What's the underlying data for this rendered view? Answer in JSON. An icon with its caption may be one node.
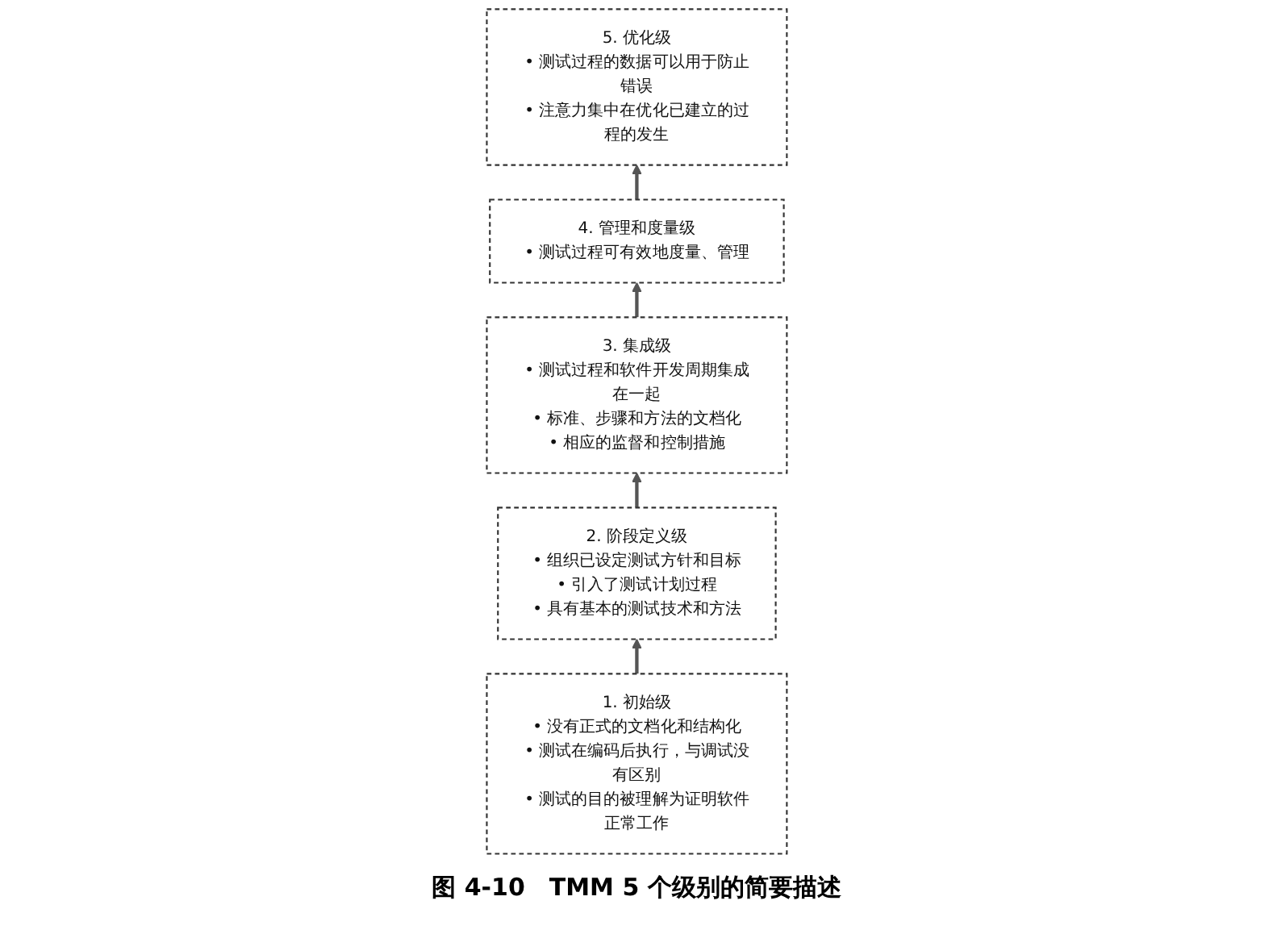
{
  "diagram": {
    "caption": "图 4-10　TMM 5 个级别的简要描述",
    "nodes": [
      {
        "text": [
          "1. 初始级",
          "• 没有正式的文档化和结构化",
          "• 测试在编码后执行，与调试没有区别",
          "• 测试的目的被理解为证明软件正常工作"
        ]
      },
      {
        "text": [
          "2. 阶段定义级",
          "• 组织已设定测试方针和目标",
          "• 引入了测试计划过程",
          "• 具有基本的测试技术和方法"
        ]
      },
      {
        "text": [
          "3. 集成级",
          "• 测试过程和软件开发周期集成在一起",
          "• 标准、步骤和方法的文档化",
          "• 相应的监督和控制措施"
        ]
      },
      {
        "text": [
          "4. 管理和度量级",
          "• 测试过程可有效地度量、管理"
        ]
      },
      {
        "text": [
          "5. 优化级",
          "• 测试过程的数据可以用于防止错误",
          "• 注意力集中在优化已建立的过程的发生"
        ]
      }
    ],
    "edges": [
      {
        "from": 0,
        "to": 1,
        "arrow": "to"
      },
      {
        "from": 1,
        "to": 2,
        "arrow": "to"
      },
      {
        "from": 2,
        "to": 3,
        "arrow": "to"
      },
      {
        "from": 3,
        "to": 4,
        "arrow": "to"
      }
    ]
  }
}
